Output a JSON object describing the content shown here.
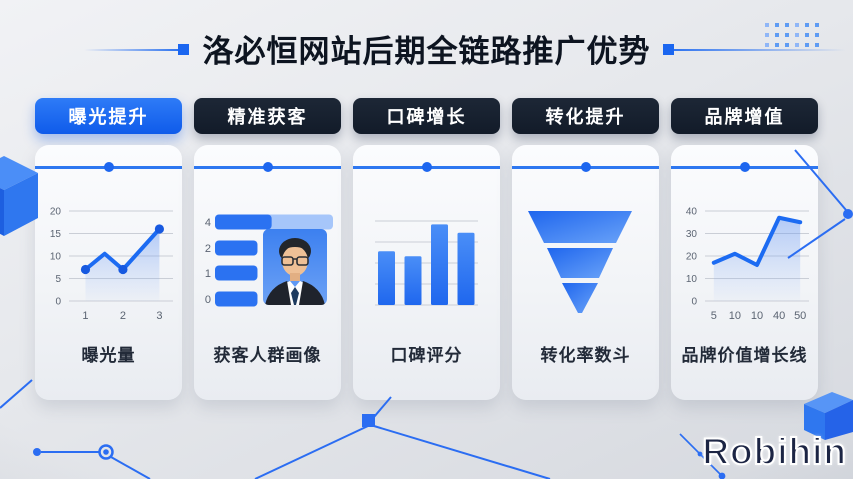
{
  "title": "洛必恒网站后期全链路推广优势",
  "logo": {
    "text": "Robihin"
  },
  "colors": {
    "primary_blue": "#1d66ef",
    "active_tab_blue": "#1e6bf2",
    "dark_tab": "#141e2c",
    "title_text": "#0d1420",
    "card_bg": "#f5f7fa",
    "light_bar": "#a6c6fa",
    "axis_text": "#5b6472"
  },
  "tabs": [
    {
      "label": "曝光提升",
      "active": true
    },
    {
      "label": "精准获客",
      "active": false
    },
    {
      "label": "口碑增长",
      "active": false
    },
    {
      "label": "转化提升",
      "active": false
    },
    {
      "label": "品牌增值",
      "active": false
    }
  ],
  "cards": [
    {
      "caption": "曝光量"
    },
    {
      "caption": "获客人群画像"
    },
    {
      "caption": "口碑评分"
    },
    {
      "caption": "转化率数斗"
    },
    {
      "caption": "品牌价值增长线"
    }
  ],
  "chart_data": [
    {
      "card": "曝光量",
      "type": "line",
      "grid": true,
      "area": true,
      "ylim": [
        0,
        20
      ],
      "y_ticks": [
        0,
        5,
        10,
        15,
        20
      ],
      "x_labels": [
        {
          "t": "1",
          "fx": 0.13
        },
        {
          "t": "2",
          "fx": 0.52
        },
        {
          "t": "3",
          "fx": 0.9
        }
      ],
      "points": [
        {
          "fx": 0.13,
          "v": 7,
          "marker": true
        },
        {
          "fx": 0.33,
          "v": 10.5,
          "marker": false
        },
        {
          "fx": 0.52,
          "v": 7,
          "marker": true
        },
        {
          "fx": 0.9,
          "v": 16,
          "marker": true
        }
      ]
    },
    {
      "card": "获客人群画像",
      "type": "bar-horizontal",
      "rows": [
        {
          "label": "4",
          "segments": [
            {
              "w": 1.0,
              "tone": "light"
            },
            {
              "w": 0.48,
              "tone": "solid"
            }
          ]
        },
        {
          "label": "2",
          "segments": [
            {
              "w": 0.36,
              "tone": "solid"
            }
          ]
        },
        {
          "label": "1",
          "segments": [
            {
              "w": 0.36,
              "tone": "solid"
            }
          ]
        },
        {
          "label": "0",
          "segments": [
            {
              "w": 0.36,
              "tone": "solid"
            }
          ]
        }
      ]
    },
    {
      "card": "口碑评分",
      "type": "bar",
      "grid": true,
      "ylim": [
        0,
        100
      ],
      "values": [
        64,
        58,
        96,
        86
      ]
    },
    {
      "card": "转化率数斗",
      "type": "funnel",
      "levels": [
        {
          "top_halfwidth": 52,
          "bottom_halfwidth": 36
        },
        {
          "top_halfwidth": 33,
          "bottom_halfwidth": 19
        },
        {
          "top_halfwidth": 18,
          "bottom_halfwidth": 2
        }
      ]
    },
    {
      "card": "品牌价值增长线",
      "type": "line",
      "grid": true,
      "area": true,
      "ylim": [
        0,
        40
      ],
      "y_ticks": [
        0,
        10,
        20,
        30,
        40
      ],
      "x_labels": [
        {
          "t": "5",
          "fx": 0.05
        },
        {
          "t": "10",
          "fx": 0.27
        },
        {
          "t": "10",
          "fx": 0.5
        },
        {
          "t": "40",
          "fx": 0.73
        },
        {
          "t": "50",
          "fx": 0.95
        }
      ],
      "points": [
        {
          "fx": 0.05,
          "v": 17,
          "marker": false
        },
        {
          "fx": 0.27,
          "v": 21,
          "marker": false
        },
        {
          "fx": 0.5,
          "v": 16,
          "marker": false
        },
        {
          "fx": 0.73,
          "v": 37,
          "marker": false
        },
        {
          "fx": 0.95,
          "v": 35,
          "marker": false
        }
      ]
    }
  ]
}
